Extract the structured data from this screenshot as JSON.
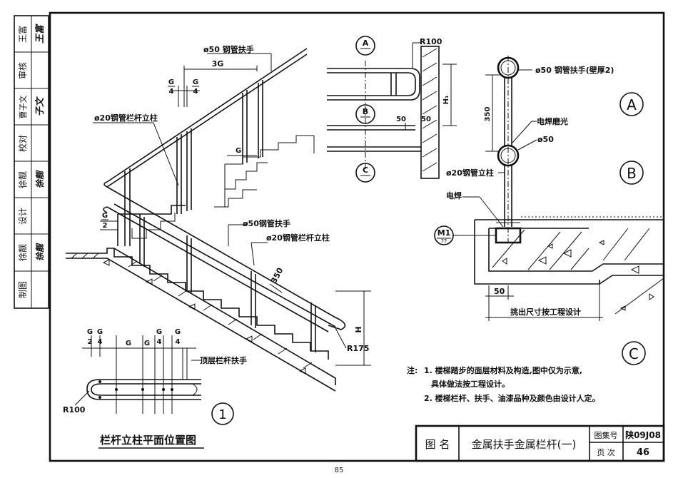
{
  "sidebar": {
    "rows": [
      {
        "label": "王富",
        "sign": "王富"
      },
      {
        "label": "审核",
        "sign": ""
      },
      {
        "label": "曹子文",
        "sign": "子文"
      },
      {
        "label": "校对",
        "sign": ""
      },
      {
        "label": "徐靓",
        "sign": "徐靓"
      },
      {
        "label": "设计",
        "sign": ""
      },
      {
        "label": "徐靓",
        "sign": "徐靓"
      },
      {
        "label": "制图",
        "sign": ""
      }
    ]
  },
  "labels": {
    "handrail_top": "ø50 钢管扶手",
    "dim_3g": "3G",
    "g4a": "G",
    "g4a_d": "4",
    "g4b": "G",
    "g4b_d": "4",
    "post_left": "ø20钢管栏杆立柱",
    "g_mid": "G",
    "g2": "G",
    "g2_d": "2",
    "handrail_mid": "ø50钢管扶手",
    "post_mid": "ø20钢管栏杆立柱",
    "dim_350": "350",
    "r175": "R175",
    "h": "H",
    "plan_r100": "R100",
    "plan_top_rail": "顶层栏杆扶手",
    "plan_dims": [
      "G/2",
      "G/4",
      "G",
      "G",
      "G/4",
      "G/4"
    ],
    "plan_num": "1",
    "plan_title": "栏杆立柱平面位置图",
    "sec_a": "A",
    "sec_b": "B",
    "sec_c": "C",
    "r100_top": "R100",
    "dim_50a": "50",
    "dim_50b": "50",
    "dim_h1": "H₁",
    "detail_handrail": "ø50 钢管扶手(壁厚2)",
    "detail_350": "350",
    "detail_weld_polish": "电焊磨光",
    "detail_phi50": "ø50",
    "detail_post": "ø20钢管立柱",
    "detail_weld": "电焊",
    "detail_m1": "M1",
    "detail_m1_sub": "??",
    "detail_50": "50",
    "detail_overhang": "挑出尺寸按工程设计",
    "circle_a": "A",
    "circle_b": "B",
    "circle_c": "C"
  },
  "notes": {
    "prefix": "注:",
    "items": [
      "1. 楼梯踏步的面层材料及构造,图中仅为示意,",
      "具体做法按工程设计。",
      "2. 楼梯栏杆、扶手、油漆品种及颜色由设计人定。"
    ]
  },
  "title_block": {
    "name_label": "图  名",
    "name_value": "金属扶手金属栏杆(一)",
    "set_label": "图集号",
    "set_value": "陕09J08",
    "page_label": "页  次",
    "page_value": "46"
  },
  "page_number": "85"
}
